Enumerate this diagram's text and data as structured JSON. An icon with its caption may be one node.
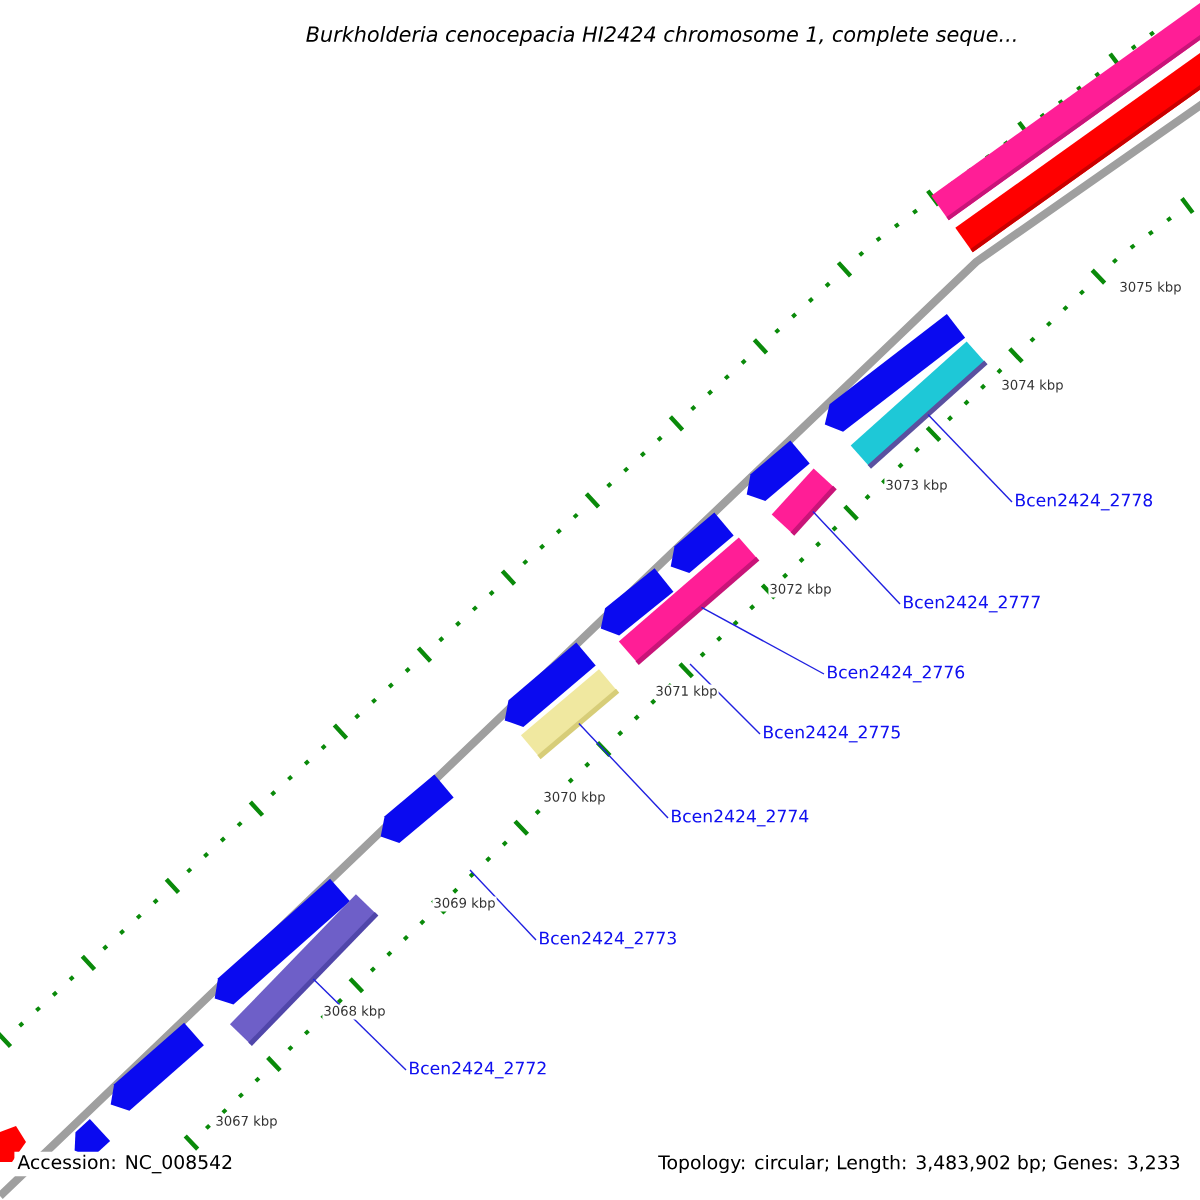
{
  "diagram": {
    "title": "Burkholderia cenocepacia HI2424 chromosome 1, complete seque...",
    "nodes": [
      {
        "text": [
          "Bcen2424_2772"
        ]
      },
      {
        "text": [
          "Bcen2424_2773"
        ]
      },
      {
        "text": [
          "Bcen2424_2774"
        ]
      },
      {
        "text": [
          "Bcen2424_2775"
        ]
      },
      {
        "text": [
          "Bcen2424_2776"
        ]
      },
      {
        "text": [
          "Bcen2424_2777"
        ]
      },
      {
        "text": [
          "Bcen2424_2778"
        ]
      },
      {
        "text": [],
        "shape": "bar"
      },
      {
        "text": [],
        "shape": "bar"
      },
      {
        "text": [],
        "shape": "bar"
      },
      {
        "text": [],
        "shape": "bar"
      },
      {
        "text": [],
        "shape": "bar"
      }
    ],
    "edges": [
      {
        "from": 0,
        "to": 7,
        "arrow": "none"
      },
      {
        "from": 1,
        "to": null,
        "arrow": "none"
      },
      {
        "from": 2,
        "to": 8,
        "arrow": "none"
      },
      {
        "from": 3,
        "to": null,
        "arrow": "none"
      },
      {
        "from": 4,
        "to": 9,
        "arrow": "none"
      },
      {
        "from": 5,
        "to": 10,
        "arrow": "none"
      },
      {
        "from": 6,
        "to": 11,
        "arrow": "none"
      }
    ],
    "labels": [
      "3067 kbp",
      "3068 kbp",
      "3069 kbp",
      "3070 kbp",
      "3071 kbp",
      "3072 kbp",
      "3073 kbp",
      "3074 kbp",
      "3075 kbp",
      "Accession: NC_008542",
      "Topology: circular; Length: 3,483,902 bp; Genes: 3,233"
    ]
  }
}
